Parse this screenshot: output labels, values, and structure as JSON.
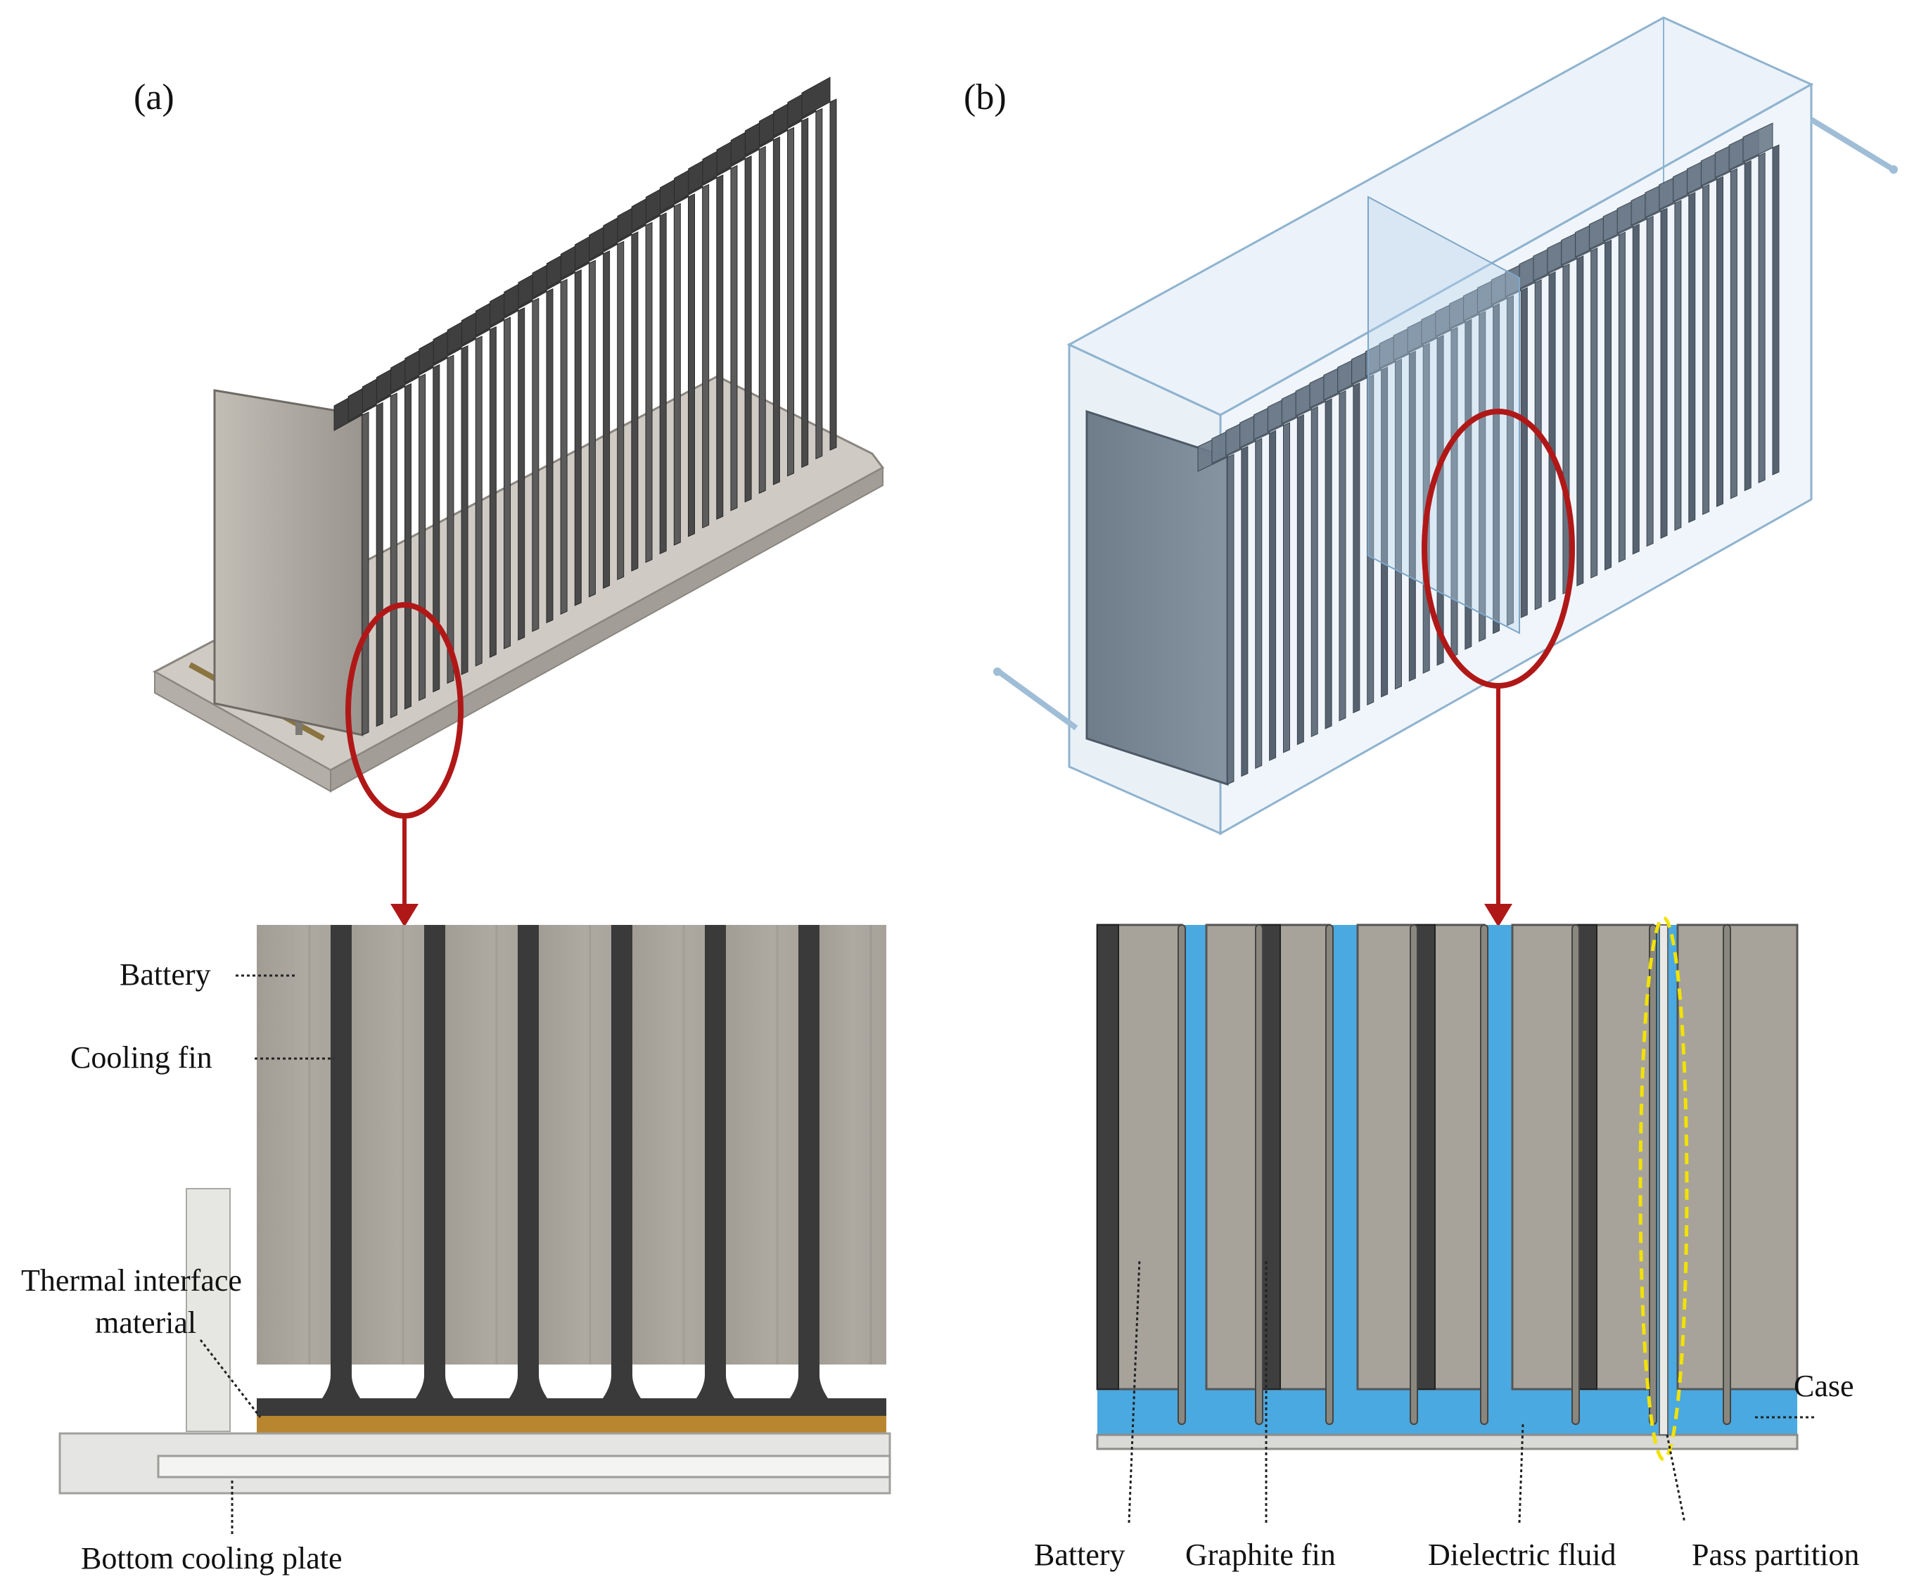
{
  "panels": {
    "a": {
      "tag": "(a)",
      "labels": {
        "battery": "Battery",
        "cooling_fin": "Cooling fin",
        "tim_line1": "Thermal interface",
        "tim_line2": "material",
        "bottom_plate": "Bottom cooling plate"
      }
    },
    "b": {
      "tag": "(b)",
      "labels": {
        "case": "Case",
        "battery": "Battery",
        "graphite_fin": "Graphite fin",
        "dielectric_fluid": "Dielectric fluid",
        "pass_partition": "Pass partition"
      }
    }
  },
  "colors": {
    "battery": "#a8a49c",
    "fin_dark": "#3a3a3a",
    "tim": "#b8862e",
    "fluid": "#4aa9e0",
    "highlight_red": "#b01818",
    "partition_marker": "#f2e200",
    "case_glass": "#c9dcec"
  }
}
